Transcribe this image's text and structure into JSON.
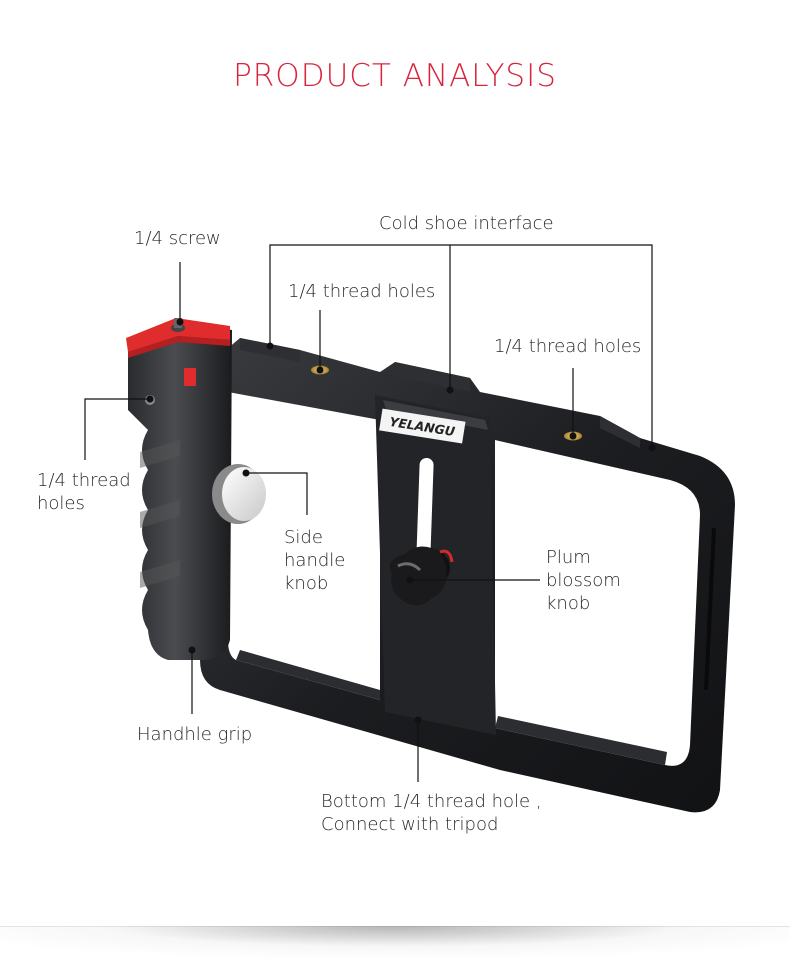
{
  "title": "PRODUCT  ANALYSIS",
  "colors": {
    "title": "#d8253d",
    "body_black": "#1c1d20",
    "accent_red": "#e02c2c",
    "brass": "#c9a24a",
    "callout_line": "#111111"
  },
  "product": {
    "brand_plate": "YELANGU"
  },
  "callouts": {
    "screw": {
      "text": "1/4 screw"
    },
    "cold_shoe": {
      "text": "Cold shoe interface"
    },
    "thread_holes_top_left": {
      "text": "1/4 thread holes"
    },
    "thread_holes_top_right": {
      "text": "1/4 thread holes"
    },
    "thread_holes_side": {
      "line1": "1/4 thread",
      "line2": "holes"
    },
    "side_knob": {
      "line1": "Side",
      "line2": "handle",
      "line3": "knob"
    },
    "plum_knob": {
      "line1": "Plum",
      "line2": "blossom",
      "line3": "knob"
    },
    "grip": {
      "text": "Handhle grip"
    },
    "bottom_hole": {
      "line1": "Bottom 1/4 thread hole ,",
      "line2": "Connect with tripod"
    }
  }
}
